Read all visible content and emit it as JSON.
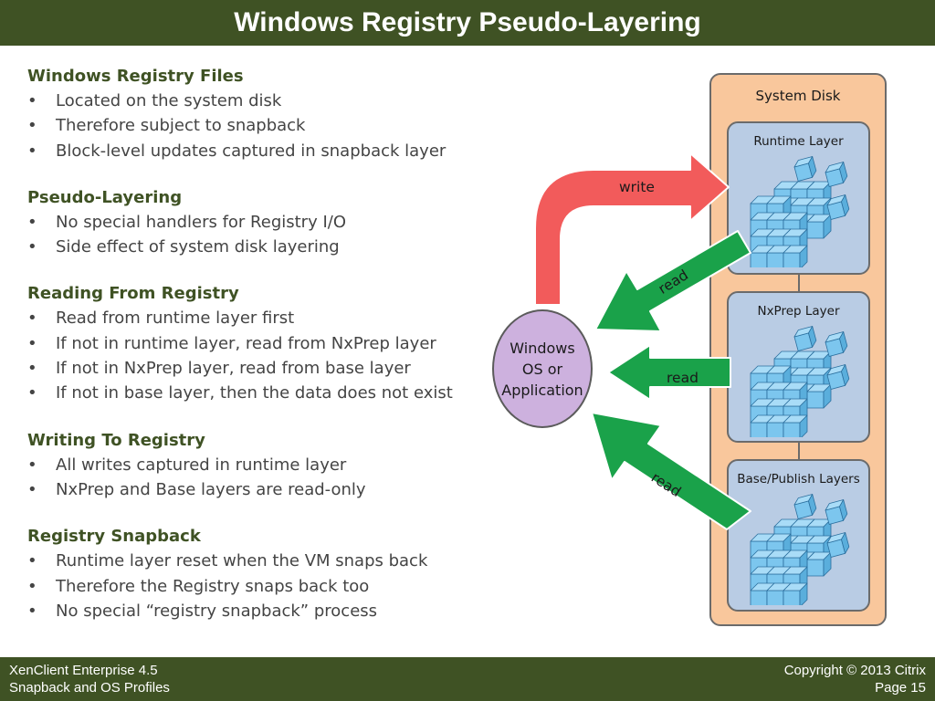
{
  "title": "Windows Registry Pseudo-Layering",
  "sections": [
    {
      "heading": "Windows Registry Files",
      "bullets": [
        "Located on the system disk",
        "Therefore subject to snapback",
        "Block-level updates captured in snapback layer"
      ]
    },
    {
      "heading": "Pseudo-Layering",
      "bullets": [
        "No special handlers for Registry I/O",
        "Side effect of system disk layering"
      ]
    },
    {
      "heading": "Reading From Registry",
      "bullets": [
        "Read from runtime layer first",
        "If not in runtime layer, read from NxPrep layer",
        "If not in NxPrep layer, read from base layer",
        "If not in base layer, then the data does not exist"
      ]
    },
    {
      "heading": "Writing To Registry",
      "bullets": [
        "All writes captured in runtime layer",
        "NxPrep and Base layers are read-only"
      ]
    },
    {
      "heading": "Registry Snapback",
      "bullets": [
        "Runtime layer reset when the VM snaps back",
        "Therefore the Registry snaps back too",
        "No special “registry snapback” process"
      ]
    }
  ],
  "diagram": {
    "disk_label": "System Disk",
    "layers": [
      {
        "label": "Runtime Layer"
      },
      {
        "label": "NxPrep Layer"
      },
      {
        "label": "Base/Publish Layers"
      }
    ],
    "os_node": {
      "line1": "Windows",
      "line2": "OS or",
      "line3": "Application"
    },
    "write_label": "write",
    "read_labels": [
      "read",
      "read",
      "read"
    ],
    "colors": {
      "write_arrow": "#f25b5b",
      "read_arrow": "#1aa24a",
      "disk_fill": "#f9c79c",
      "layer_fill": "#b9cce4",
      "os_fill": "#cdb1de",
      "cube_fill": "#7cc6ee"
    }
  },
  "footer": {
    "product": "XenClient Enterprise 4.5",
    "topic": "Snapback and OS Profiles",
    "copyright": "Copyright © 2013 Citrix",
    "page": "Page 15"
  }
}
